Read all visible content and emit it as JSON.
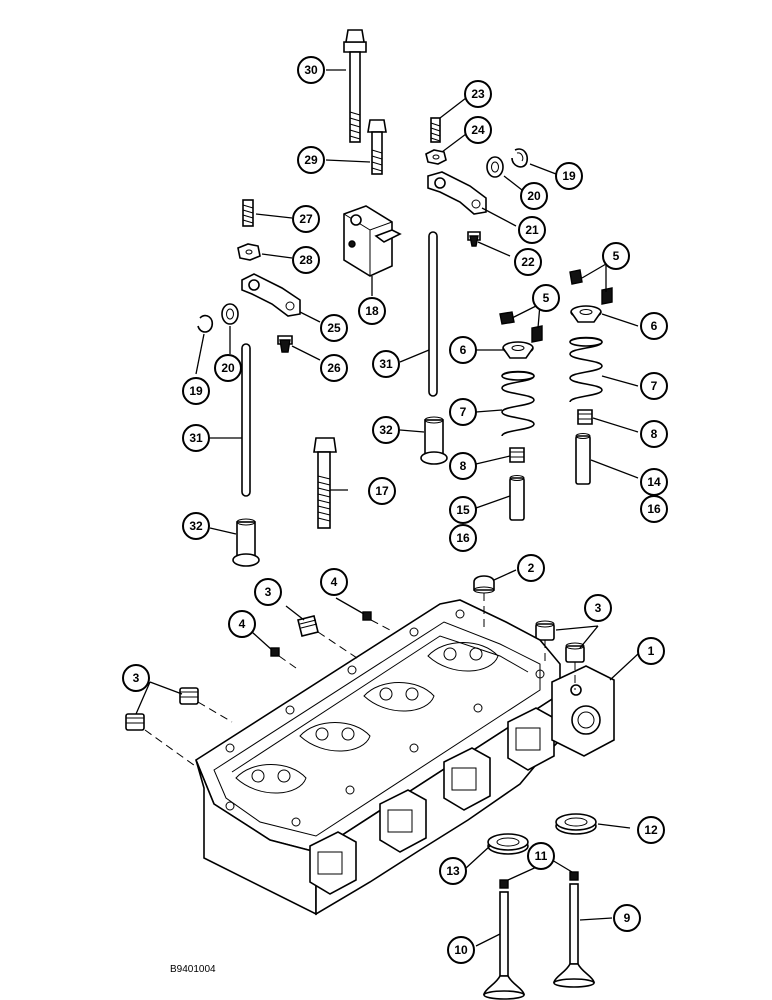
{
  "figure_code": "B9401004",
  "callout_labels": {
    "c1": "1",
    "c2": "2",
    "c3a": "3",
    "c3b": "3",
    "c3c": "3",
    "c4a": "4",
    "c4b": "4",
    "c5a": "5",
    "c5b": "5",
    "c6a": "6",
    "c6b": "6",
    "c7a": "7",
    "c7b": "7",
    "c8a": "8",
    "c8b": "8",
    "c9": "9",
    "c10": "10",
    "c11": "11",
    "c12": "12",
    "c13": "13",
    "c14": "14",
    "c15": "15",
    "c16a": "16",
    "c16b": "16",
    "c17": "17",
    "c18": "18",
    "c19a": "19",
    "c19b": "19",
    "c20a": "20",
    "c20b": "20",
    "c21": "21",
    "c22": "22",
    "c23": "23",
    "c24": "24",
    "c25": "25",
    "c26": "26",
    "c27": "27",
    "c28": "28",
    "c29": "29",
    "c30": "30",
    "c31a": "31",
    "c31b": "31",
    "c32a": "32",
    "c32b": "32"
  }
}
